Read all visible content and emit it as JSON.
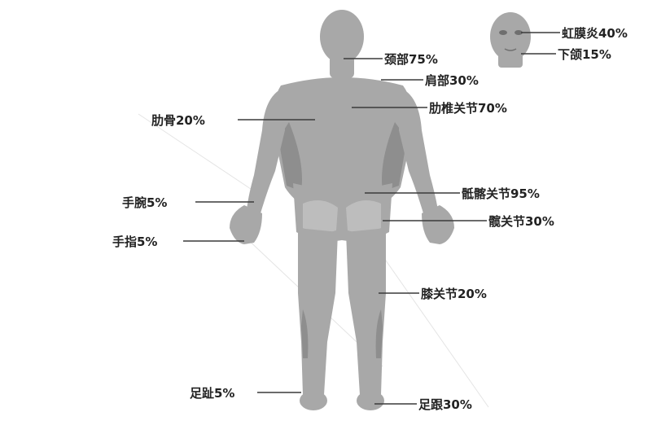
{
  "labels": {
    "iritis": "虹膜炎40%",
    "jaw": "下颌15%",
    "neck": "颈部75%",
    "shoulder": "肩部30%",
    "rib": "肋骨20%",
    "costovertebral": "肋椎关节70%",
    "wrist": "手腕5%",
    "sacroiliac": "骶髂关节95%",
    "finger": "手指5%",
    "hip": "髋关节30%",
    "knee": "膝关节20%",
    "toe": "足趾5%",
    "heel": "足跟30%"
  },
  "colors": {
    "body": "#a8a8a8",
    "leader": "#3a3a3a",
    "text": "#222222"
  }
}
